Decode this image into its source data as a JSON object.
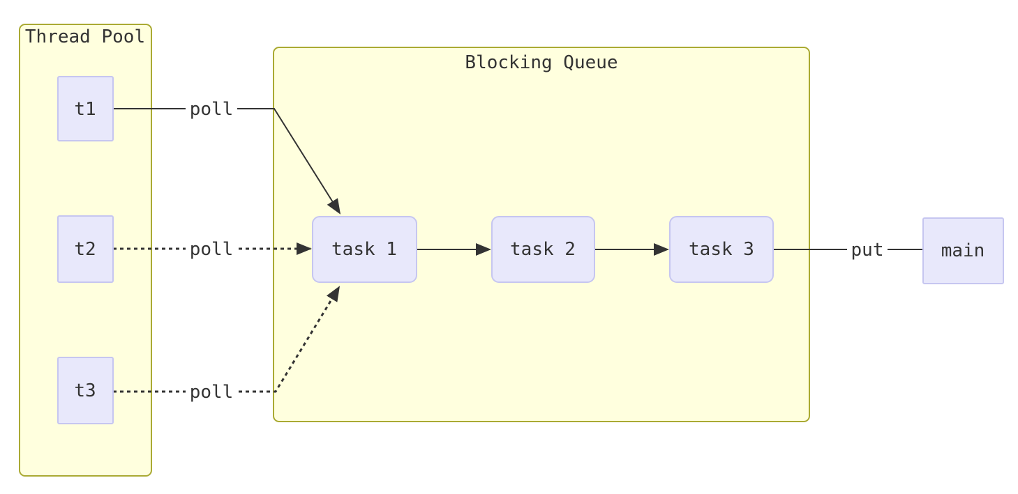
{
  "diagram": {
    "type": "flowchart",
    "containers": [
      {
        "id": "thread-pool",
        "title": "Thread Pool"
      },
      {
        "id": "blocking-queue",
        "title": "Blocking Queue"
      }
    ],
    "nodes": [
      {
        "id": "t1",
        "label": "t1",
        "container": "thread-pool"
      },
      {
        "id": "t2",
        "label": "t2",
        "container": "thread-pool"
      },
      {
        "id": "t3",
        "label": "t3",
        "container": "thread-pool"
      },
      {
        "id": "task1",
        "label": "task 1",
        "container": "blocking-queue"
      },
      {
        "id": "task2",
        "label": "task 2",
        "container": "blocking-queue"
      },
      {
        "id": "task3",
        "label": "task 3",
        "container": "blocking-queue"
      },
      {
        "id": "main",
        "label": "main",
        "container": null
      }
    ],
    "edges": [
      {
        "from": "t1",
        "to": "task1",
        "label": "poll",
        "style": "solid",
        "arrow": true
      },
      {
        "from": "t2",
        "to": "task1",
        "label": "poll",
        "style": "dotted",
        "arrow": true
      },
      {
        "from": "t3",
        "to": "task1",
        "label": "poll",
        "style": "dotted",
        "arrow": true
      },
      {
        "from": "task1",
        "to": "task2",
        "label": "",
        "style": "solid",
        "arrow": true
      },
      {
        "from": "task2",
        "to": "task3",
        "label": "",
        "style": "solid",
        "arrow": true
      },
      {
        "from": "task3",
        "to": "main",
        "label": "put",
        "style": "solid",
        "arrow": false
      }
    ],
    "colors": {
      "container_fill": "#ffffde",
      "container_stroke": "#aaaa33",
      "node_fill": "#e8e8fb",
      "node_stroke": "#c6c6f0",
      "edge_color": "#333333",
      "text_color": "#333333",
      "label_bg": "#ffffff"
    }
  }
}
